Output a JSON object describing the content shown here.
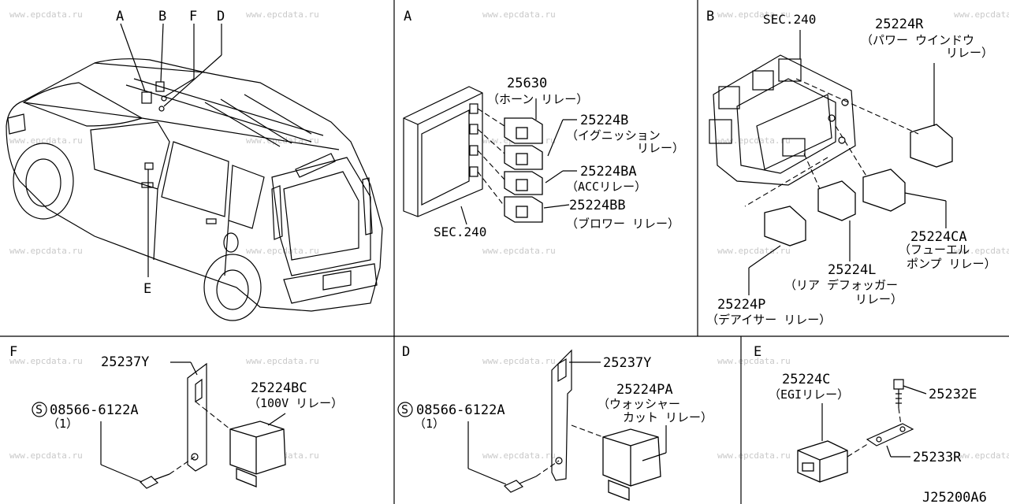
{
  "watermark": "www.epcdata.ru",
  "overview": {
    "callouts": [
      "A",
      "B",
      "F",
      "D",
      "E"
    ]
  },
  "panel_a": {
    "letter": "A",
    "sec": "SEC.240",
    "parts": [
      {
        "code": "25630",
        "desc": "（ホーン リレー）"
      },
      {
        "code": "25224B",
        "desc": "（イグニッション",
        "desc2": "リレー）"
      },
      {
        "code": "25224BA",
        "desc": "（ACCリレー）"
      },
      {
        "code": "25224BB",
        "desc": "（ブロワー リレー）"
      }
    ]
  },
  "panel_b": {
    "letter": "B",
    "sec": "SEC.240",
    "parts": [
      {
        "code": "25224R",
        "desc": "（パワー ウインドウ",
        "desc2": "リレー）"
      },
      {
        "code": "25224CA",
        "desc": "（フューエル",
        "desc2": "ポンプ リレー）"
      },
      {
        "code": "25224L",
        "desc": "（リア デフォッガー",
        "desc2": "リレー）"
      },
      {
        "code": "25224P",
        "desc": "（デアイサー リレー）"
      }
    ]
  },
  "panel_f": {
    "letter": "F",
    "bracket": "25237Y",
    "screw": "08566-6122A",
    "screw_qty": "（1）",
    "relay_code": "25224BC",
    "relay_desc": "（100V リレー）"
  },
  "panel_d": {
    "letter": "D",
    "bracket": "25237Y",
    "screw": "08566-6122A",
    "screw_qty": "（1）",
    "relay_code": "25224PA",
    "relay_desc": "（ウォッシャー",
    "relay_desc2": "カット リレー）"
  },
  "panel_e": {
    "letter": "E",
    "relay_code": "25224C",
    "relay_desc": "（EGIリレー）",
    "bolt": "25232E",
    "bracket": "25233R"
  },
  "diagram_code": "J25200A6"
}
